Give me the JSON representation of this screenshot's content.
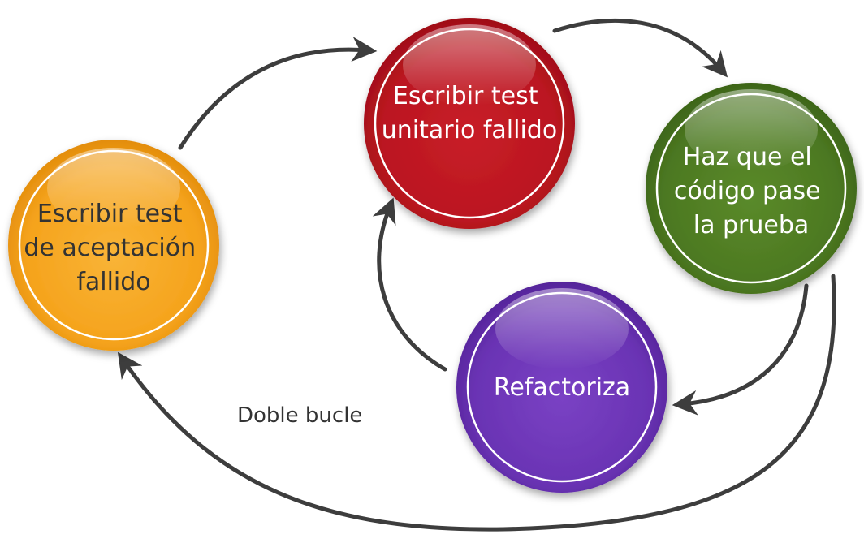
{
  "diagram": {
    "nodes": [
      {
        "id": "acceptance-test",
        "lines": [
          "Escribir test",
          "de aceptación",
          "fallido"
        ],
        "color": "#F6A623"
      },
      {
        "id": "unit-test",
        "lines": [
          "Escribir test",
          "unitario fallido"
        ],
        "color": "#C0161F"
      },
      {
        "id": "make-pass",
        "lines": [
          "Haz que el",
          "código pase",
          "la prueba"
        ],
        "color": "#4F7A23"
      },
      {
        "id": "refactor",
        "lines": [
          "Refactoriza"
        ],
        "color": "#6B35B5"
      }
    ],
    "caption": "Doble bucle",
    "arrow_color": "#3D3D3D"
  }
}
